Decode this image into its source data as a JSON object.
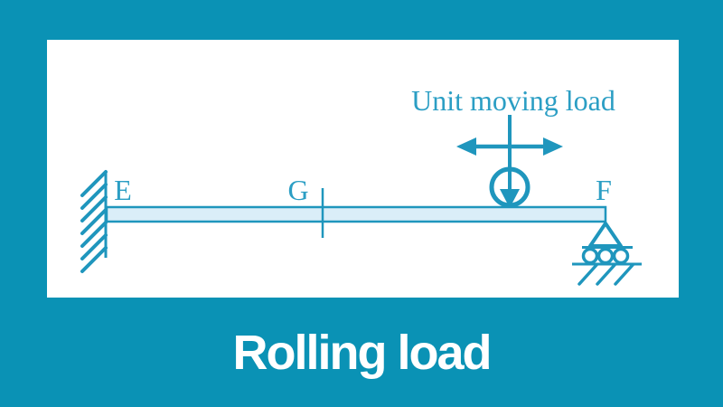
{
  "title": {
    "text": "Rolling load"
  },
  "diagram": {
    "load_label": "Unit moving load",
    "labels": {
      "fixed_end": "E",
      "mid_point": "G",
      "roller_end": "F"
    }
  },
  "colors": {
    "background": "#0a92b5",
    "card": "#ffffff",
    "stroke": "#1f96bd",
    "label": "#2b9ec4",
    "beam-fill": "#daeef8",
    "title": "#ffffff"
  }
}
